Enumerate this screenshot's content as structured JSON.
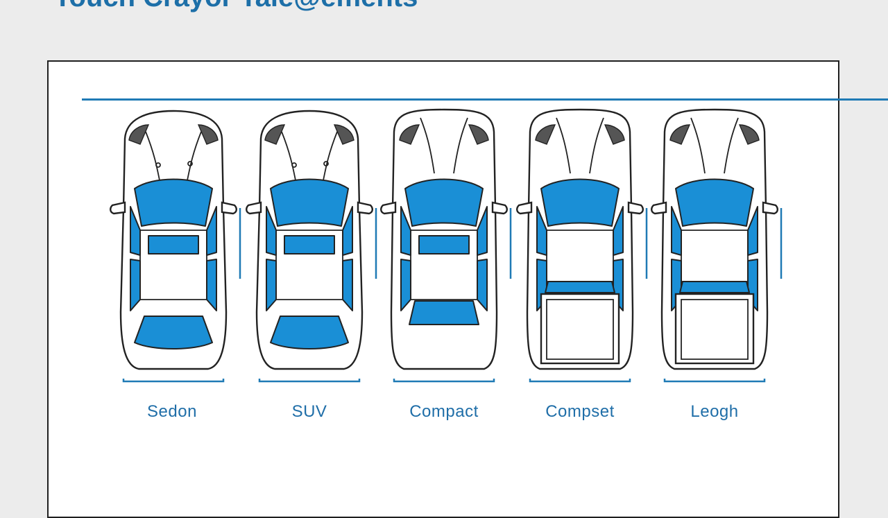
{
  "page": {
    "title": "Touch Crayor Tale@ements"
  },
  "colors": {
    "accent": "#1f7ab5",
    "glass": "#1a8fd6",
    "outline": "#222222",
    "label": "#1f6ea8"
  },
  "vehicles": [
    {
      "label": "Sedon",
      "style": "sedan"
    },
    {
      "label": "SUV",
      "style": "suv"
    },
    {
      "label": "Compact",
      "style": "compact"
    },
    {
      "label": "Compset",
      "style": "pickup"
    },
    {
      "label": "Leogh",
      "style": "pickup"
    }
  ]
}
